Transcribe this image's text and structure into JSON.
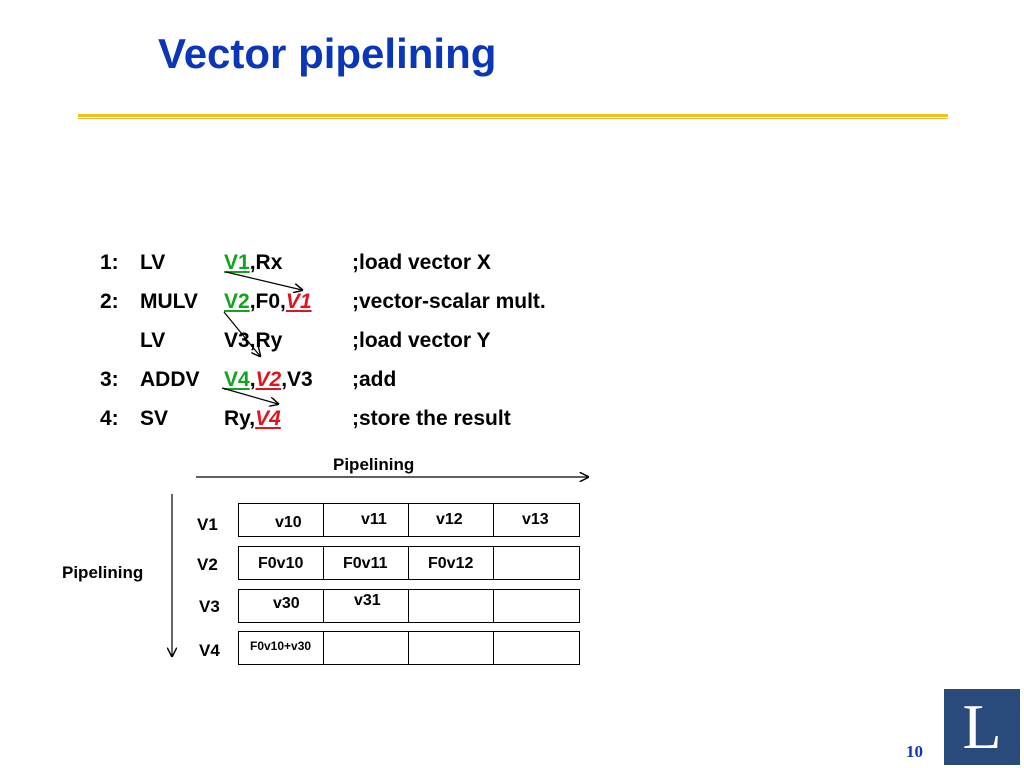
{
  "slide": {
    "title": "Vector pipelining",
    "page_number": "10",
    "logo_letter": "L",
    "accent_color": "#0b36b8",
    "rule_color": "#f2c11d"
  },
  "code": [
    {
      "num": "1:",
      "op": "LV",
      "args": [
        {
          "t": "V1",
          "s": "g"
        },
        {
          "t": ",Rx",
          "s": ""
        }
      ],
      "comment": ";load vector X"
    },
    {
      "num": "2:",
      "op": "MULV",
      "args": [
        {
          "t": "V2",
          "s": "g"
        },
        {
          "t": ",F0,",
          "s": ""
        },
        {
          "t": "V1",
          "s": "r"
        }
      ],
      "comment": ";vector-scalar mult."
    },
    {
      "num": "",
      "op": "LV",
      "args": [
        {
          "t": "V3,Ry",
          "s": ""
        }
      ],
      "comment": ";load vector Y"
    },
    {
      "num": "3:",
      "op": "ADDV",
      "args": [
        {
          "t": "V4",
          "s": "g"
        },
        {
          "t": ",",
          "s": ""
        },
        {
          "t": "V2",
          "s": "r"
        },
        {
          "t": ",V3",
          "s": ""
        }
      ],
      "comment": ";add"
    },
    {
      "num": "4:",
      "op": "SV",
      "args": [
        {
          "t": "Ry,",
          "s": ""
        },
        {
          "t": "V4",
          "s": "r"
        }
      ],
      "comment": ";store the result"
    }
  ],
  "diagram": {
    "horizontal_label": "Pipelining",
    "vertical_label": "Pipelining",
    "rows": [
      {
        "label": "V1",
        "cells": [
          "v10",
          "v11",
          "v12",
          "v13"
        ]
      },
      {
        "label": "V2",
        "cells": [
          "F0v10",
          "F0v11",
          "F0v12",
          ""
        ]
      },
      {
        "label": "V3",
        "cells": [
          "v30",
          "v31",
          "",
          ""
        ]
      },
      {
        "label": "V4",
        "cells": [
          "F0v10+v30",
          "",
          "",
          ""
        ]
      }
    ]
  }
}
